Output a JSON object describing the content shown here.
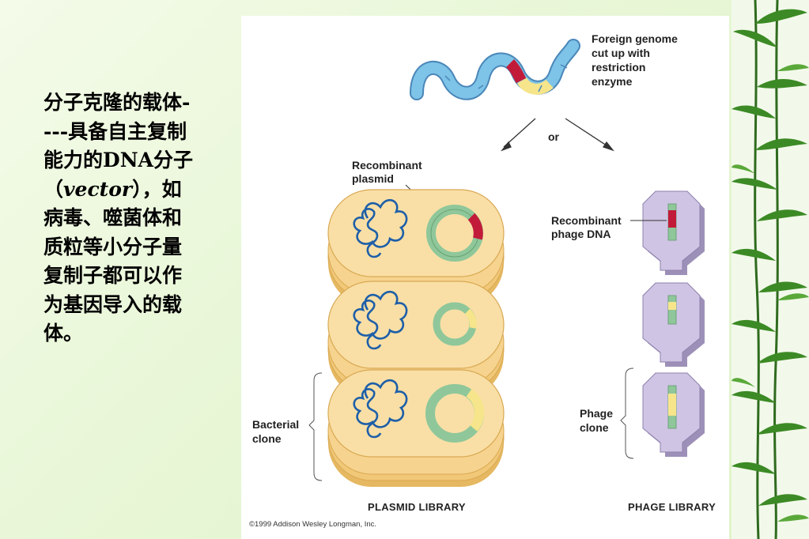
{
  "slide": {
    "text_line1": "分子克隆的载体-",
    "text_line2": "---具备自主复制",
    "text_line3a": "能力的",
    "text_line3b": "DNA",
    "text_line3c": "分子",
    "text_line4a": "（",
    "text_line4b": "vector",
    "text_line4c": "），如",
    "text_line5": "病毒、噬菌体和",
    "text_line6": "质粒等小分子量",
    "text_line7": "复制子都可以作",
    "text_line8": "为基因导入的载",
    "text_line9": "体。"
  },
  "figure": {
    "foreign_label": [
      "Foreign genome",
      "cut up with",
      "restriction",
      "enzyme"
    ],
    "or_label": "or",
    "recombinant_plasmid": [
      "Recombinant",
      "plasmid"
    ],
    "recombinant_phage": [
      "Recombinant",
      "phage DNA"
    ],
    "bacterial_clone": [
      "Bacterial",
      "clone"
    ],
    "phage_clone": [
      "Phage",
      "clone"
    ],
    "plasmid_library": "PLASMID LIBRARY",
    "phage_library": "PHAGE LIBRARY",
    "copyright": "©1999 Addison Wesley Longman, Inc."
  },
  "colors": {
    "dna_blue": "#7ec3e8",
    "insert_red": "#c21b3a",
    "insert_yellow": "#f6e58a",
    "plasmid_green": "#8fc79a",
    "cell_fill": "#f7d99a",
    "cell_edge": "#e5b861",
    "phage_fill": "#cfc4e4",
    "chromosome": "#1e5fa8"
  }
}
